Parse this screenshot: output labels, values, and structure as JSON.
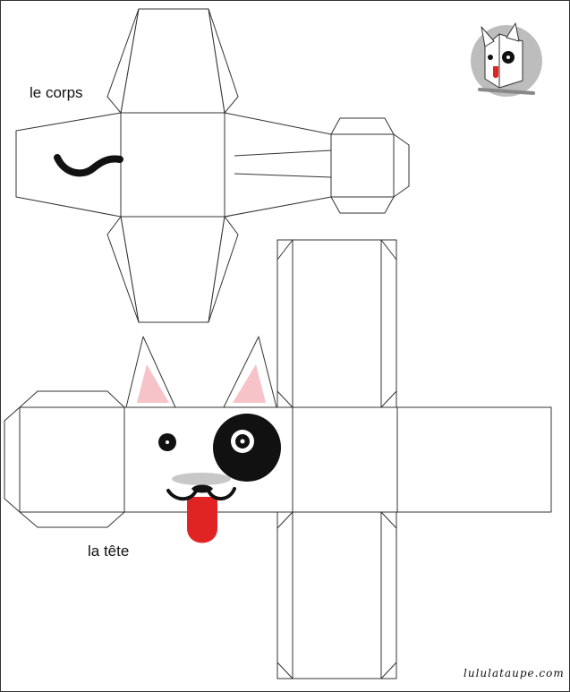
{
  "labels": {
    "body": "le corps",
    "head": "la tête"
  },
  "watermark": "lululataupe.com",
  "colors": {
    "line": "#333333",
    "paper": "#ffffff",
    "ear_inner": "#f6c3c8",
    "tongue": "#e02424",
    "spot": "#111111",
    "nose_shadow": "#c8c8c8",
    "logo_circle": "#bdbdbd"
  },
  "icons": {
    "logo": "dog-cube-logo-icon",
    "tail": "tail-icon"
  }
}
